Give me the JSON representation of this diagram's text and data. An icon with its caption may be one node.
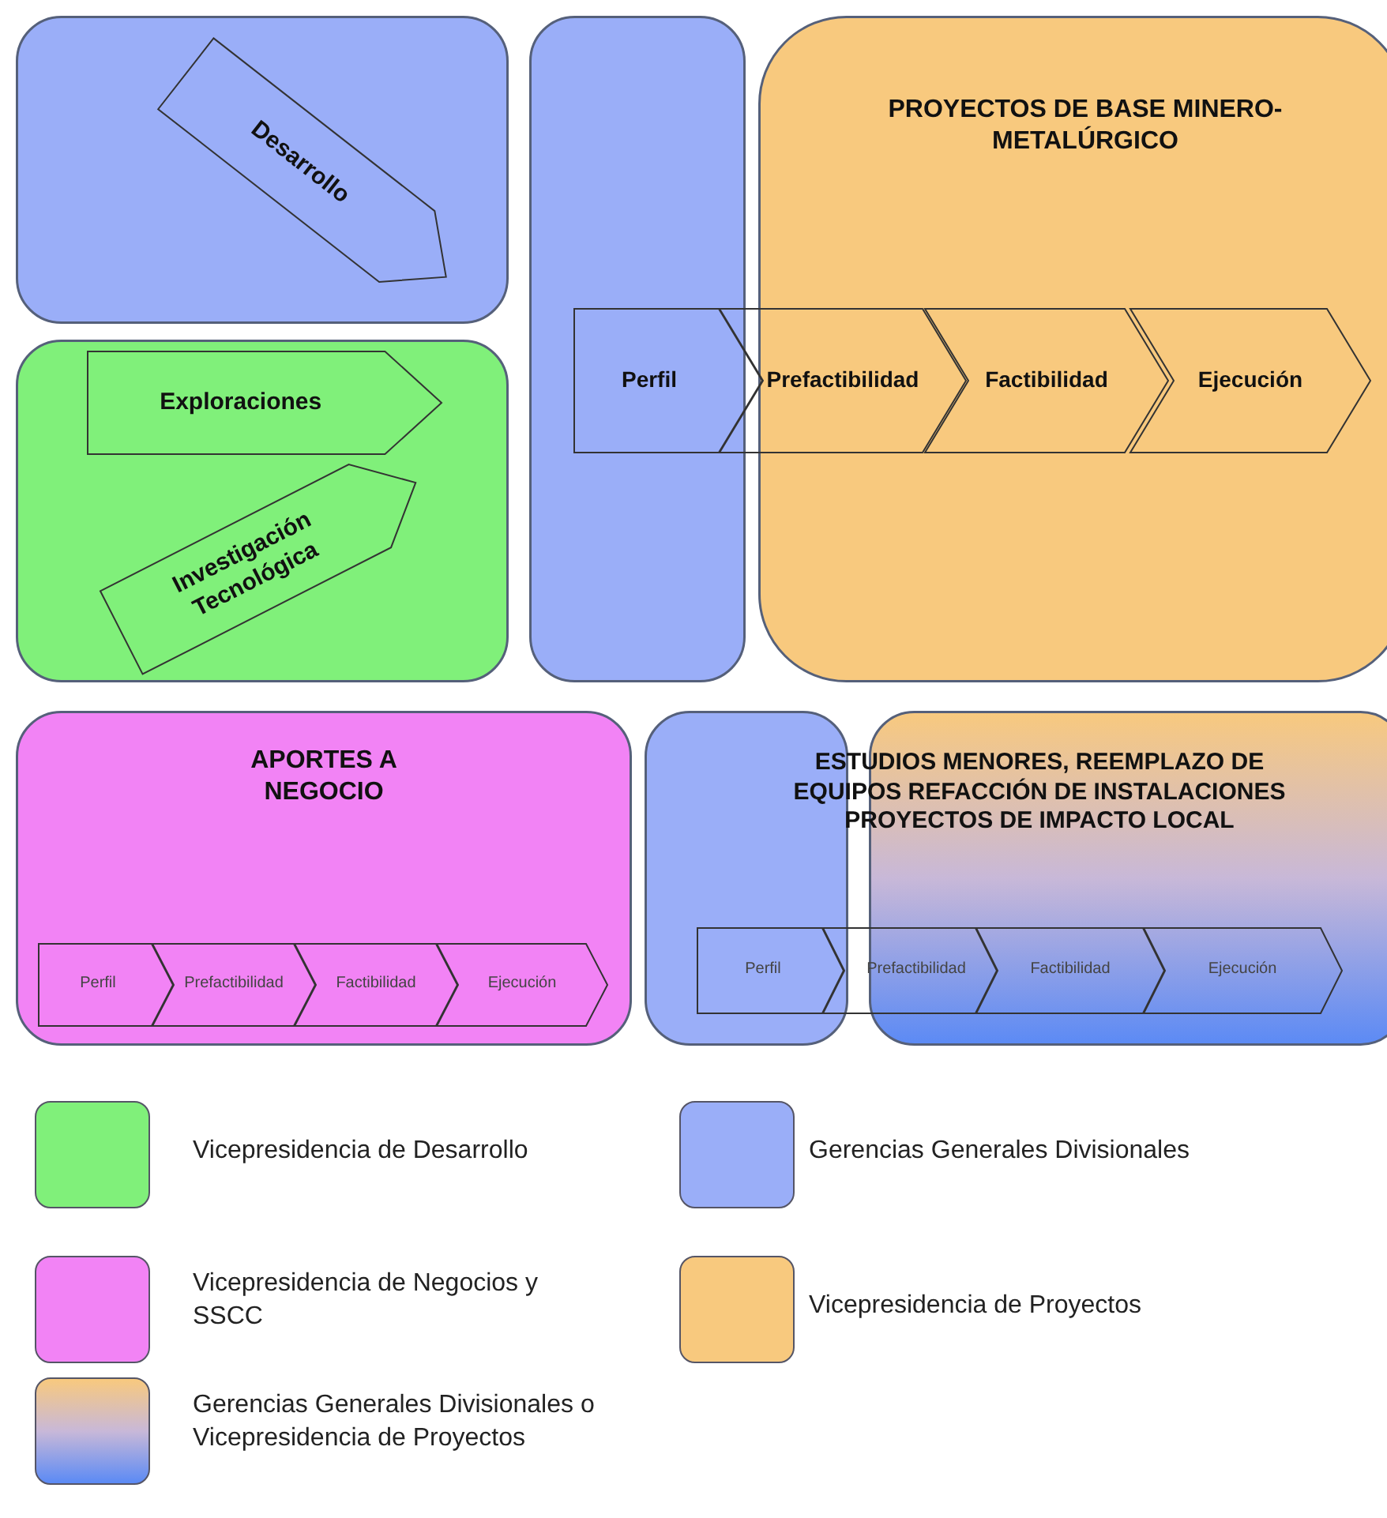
{
  "diagram": {
    "nodes": [
      {
        "text": [],
        "shape": "box"
      },
      {
        "text": [
          "Desarrollo"
        ],
        "in": 0
      },
      {
        "text": [],
        "shape": "box"
      },
      {
        "text": [
          "PROYECTOS DE BASE MINERO-METALÚRGICO"
        ]
      },
      {
        "text": [],
        "shape": "box"
      },
      {
        "text": [
          "Exploraciones"
        ],
        "in": 4
      },
      {
        "text": [
          "Investigación Tecnológica"
        ],
        "in": 4
      },
      {
        "text": [
          "Perfil"
        ]
      },
      {
        "text": [
          "Prefactibilidad"
        ]
      },
      {
        "text": [
          "Factibilidad"
        ],
        "in": 3
      },
      {
        "text": [
          "Ejecución"
        ],
        "in": 3
      },
      {
        "text": [
          "APORTES A NEGOCIO"
        ]
      },
      {
        "text": [
          "Perfil"
        ],
        "in": 11
      },
      {
        "text": [
          "Prefactibilidad"
        ],
        "in": 11
      },
      {
        "text": [
          "Factibilidad"
        ],
        "in": 11
      },
      {
        "text": [
          "Ejecución"
        ],
        "in": 11
      },
      {
        "text": [],
        "shape": "box"
      },
      {
        "text": [
          "ESTUDIOS MENORES, REEMPLAZO DE EQUIPOS REFACCIÓN DE INSTALACIONES PROYECTOS DE IMPACTO LOCAL"
        ]
      },
      {
        "text": [
          "Perfil"
        ],
        "in": 16
      },
      {
        "text": [
          "Prefactibilidad"
        ]
      },
      {
        "text": [
          "Factibilidad"
        ],
        "in": 17
      },
      {
        "text": [
          "Ejecución"
        ],
        "in": 17
      }
    ],
    "legend": [
      {
        "text": "Vicepresidencia de Desarrollo",
        "color": "#80f07a"
      },
      {
        "text": "Gerencias Generales Divisionales",
        "color": "#9aaef8"
      },
      {
        "text": "Vicepresidencia de Negocios y SSCC",
        "color": "#f283f5"
      },
      {
        "text": "Vicepresidencia de Proyectos",
        "color": "#f8c97e"
      },
      {
        "text": "Gerencias Generales Divisionales o Vicepresidencia de Proyectos"
      }
    ]
  }
}
